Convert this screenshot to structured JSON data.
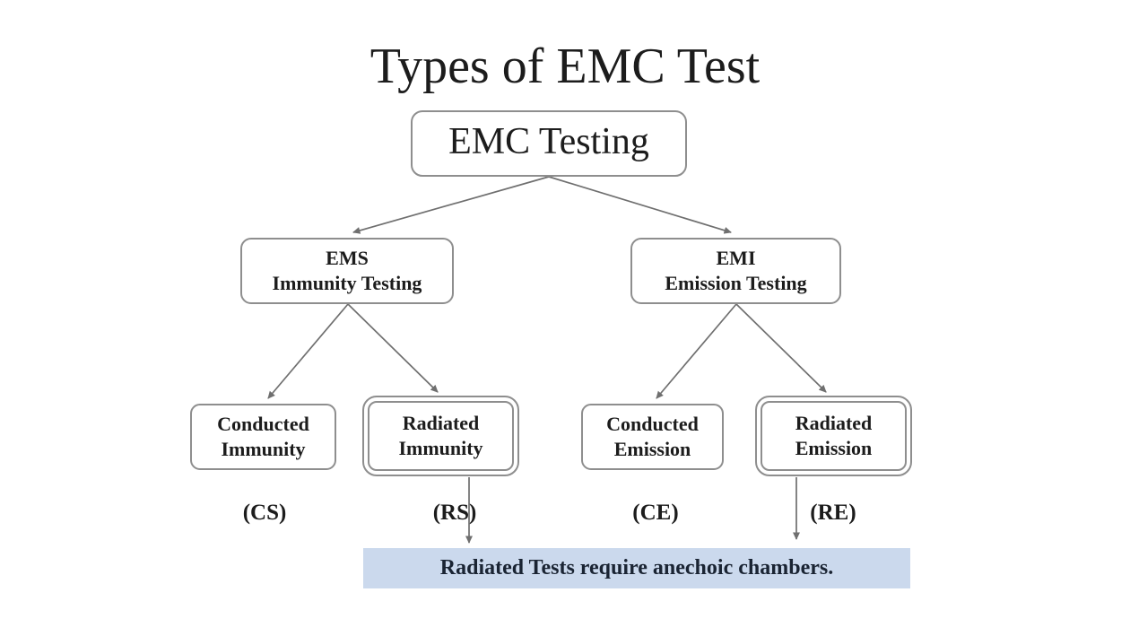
{
  "title": "Types of EMC Test",
  "root": {
    "label": "EMC Testing"
  },
  "level2": [
    {
      "line1": "EMS",
      "line2": "Immunity Testing"
    },
    {
      "line1": "EMI",
      "line2": "Emission Testing"
    }
  ],
  "level3": [
    {
      "line1": "Conducted",
      "line2": "Immunity",
      "abbr": "(CS)"
    },
    {
      "line1": "Radiated",
      "line2": "Immunity",
      "abbr": "(RS)"
    },
    {
      "line1": "Conducted",
      "line2": "Emission",
      "abbr": "(CE)"
    },
    {
      "line1": "Radiated",
      "line2": "Emission",
      "abbr": "(RE)"
    }
  ],
  "note": "Radiated Tests require anechoic chambers.",
  "colors": {
    "banner_bg": "#cbd9ed",
    "border": "#8e8e8e",
    "arrow": "#6f6f6f",
    "text": "#1c1c1c",
    "note_text": "#1a2433"
  }
}
